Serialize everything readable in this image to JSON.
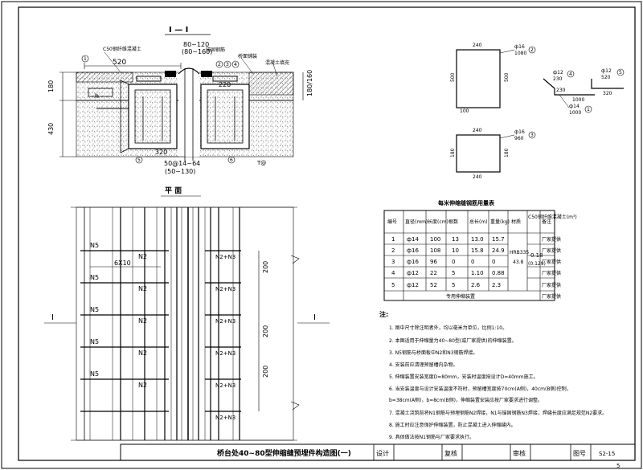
{
  "section": {
    "title": "I — I",
    "dims": {
      "width_520": "520",
      "gap_top": "80~120",
      "gap_top_paren": "(80~160)",
      "h_180_left": "180",
      "h_430": "430",
      "h_180_160_right": "180/160",
      "w_220": "220",
      "w_320": "320",
      "gap_bottom": "50@14~64",
      "gap_bottom_paren": "(50~130)",
      "mark_h": "h",
      "mark_t": "T@"
    },
    "labels": {
      "c50": "C50钢纤维混凝土",
      "fill": "混凝土填充",
      "anchor": "锚固钢筋",
      "bridge_deck": "桥面铺装"
    },
    "circle_numbers": [
      "1",
      "2",
      "3",
      "4",
      "5",
      "6"
    ]
  },
  "plan": {
    "title": "平    面",
    "marker": "I",
    "n5": "N5",
    "n2": "N2",
    "n2n3": "N2+N3",
    "spacing": "6X10",
    "dim_200": "200"
  },
  "rebar_shapes": {
    "shape1": {
      "top": "240",
      "side_left": "500",
      "side_right": "500",
      "bottom": "100",
      "tag_top": "ф16",
      "tag_bottom": "1080",
      "num": "2"
    },
    "shape2": {
      "top": "240",
      "side_left": "180",
      "side_right": "180",
      "bottom": "240",
      "tag_top": "ф16",
      "tag_bottom": "960",
      "num": "3"
    },
    "shape3": {
      "a_top": "ф12",
      "a_bottom": "230",
      "a_mid": "230",
      "a_num": "4",
      "b_top": "ф12",
      "b_bottom": "520",
      "b_num": "5",
      "c_mid": "1000",
      "c_right": "320",
      "c_top": "ф14",
      "c_bottom": "1000",
      "c_num": "1"
    }
  },
  "table": {
    "title": "每米伸缩缝钢筋用量表",
    "headers": [
      "编号",
      "直径(mm)",
      "长度(cm)",
      "根数",
      "总长(m)",
      "重量(kg)",
      "材质",
      "C50钢纤维混凝土(m³)",
      "备注"
    ],
    "rows": [
      [
        "1",
        "ф14",
        "100",
        "13",
        "13.0",
        "15.7",
        "",
        "",
        "厂家提供"
      ],
      [
        "2",
        "ф16",
        "108",
        "10",
        "15.8",
        "24.9",
        "",
        "",
        "厂家提供"
      ],
      [
        "3",
        "ф16",
        "96",
        "0",
        "0",
        "0",
        "",
        "",
        "厂家提供"
      ],
      [
        "4",
        "ф12",
        "22",
        "5",
        "1.10",
        "0.88",
        "",
        "",
        "厂家提供"
      ],
      [
        "5",
        "ф12",
        "52",
        "5",
        "2.6",
        "2.3",
        "",
        "",
        "厂家提供"
      ]
    ],
    "material": "HRB335",
    "material_total": "43.8",
    "concrete": "0.18",
    "concrete_paren": "(0.129)",
    "footer": "专用伸缩装置",
    "footer_note": "厂家提供"
  },
  "notes": {
    "heading": "注:",
    "items": [
      "1. 图中尺寸除注明者外，均以毫米为单位，比例1:10。",
      "2. 本图适用于伸缩量为40~80型(或厂家提供)的伸缩装置。",
      "3. N5钢筋与桥面板中N2和N3钢筋焊接。",
      "4. 安装前应清理预留槽内杂物。",
      "5. 伸缩装置安装宽度D=80mm，安装时温度按设计D=40mm施工。",
      "6. 当安装温度与设计安装温度不符时，预留槽宽度按70cm(A侧)，40cm(B侧)控制，",
      "   b=38cm(A侧)，b=8cm(B侧)，伸缩装置安装应按厂家要求进行调整。",
      "7. 混凝土浇筑前将N1钢筋与预埋钢筋N2焊接，N1与锚固钢筋N3焊接，焊缝长度应满足规范N2要求。",
      "8. 施工时应注意保护伸缩装置，防止混凝土进入伸缩缝内。",
      "9. 具体做法按N1钢筋与厂家要求执行。"
    ]
  },
  "title_block": {
    "drawing_title": "桥台处40~80型伸缩缝预埋件构造图(一)",
    "design": "设计",
    "review": "复核",
    "approve": "审核",
    "sheet": "图号",
    "sheet_value": "S2-15",
    "page_mark": "5"
  }
}
